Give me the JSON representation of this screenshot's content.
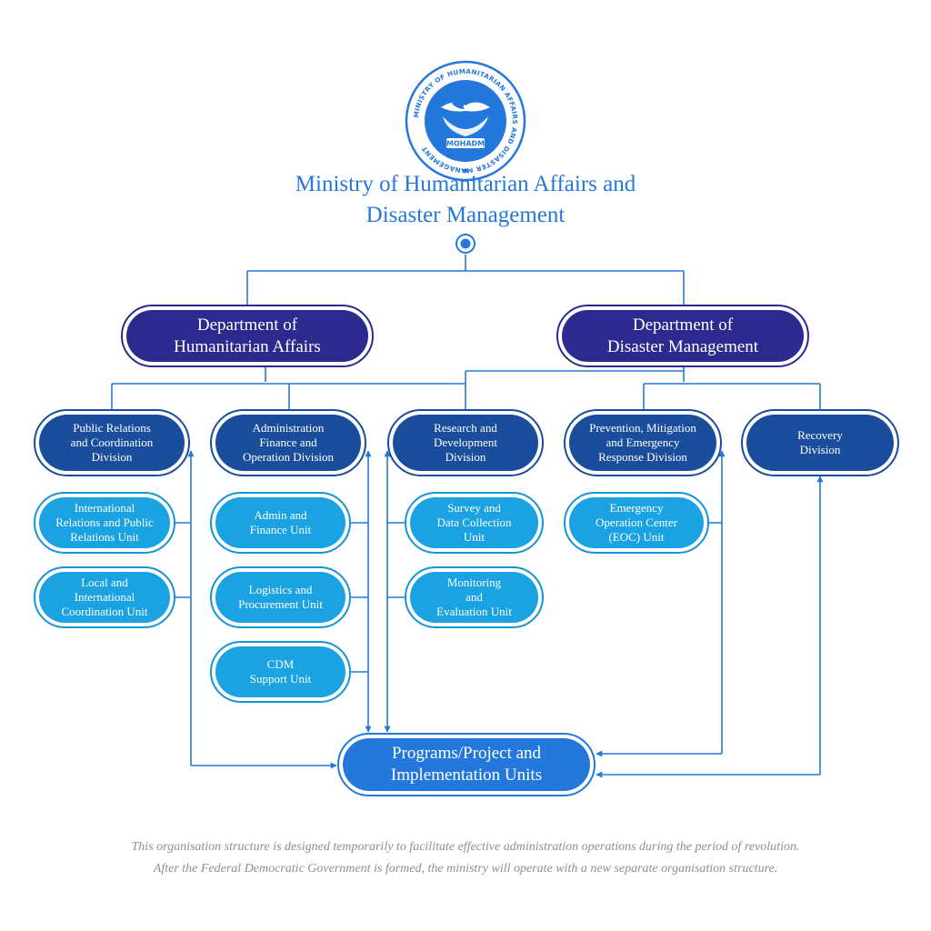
{
  "logo": {
    "ring_text": "MINISTRY OF HUMANITARIAN AFFAIRS AND DISASTER MANAGEMENT",
    "abbr": "MOHADM",
    "color": "#2478dc"
  },
  "title": {
    "line1": "Ministry of Humanitarian Affairs and",
    "line2": "Disaster Management"
  },
  "departments": {
    "humanitarian": "Department of\nHumanitarian Affairs",
    "disaster": "Department of\nDisaster Management"
  },
  "divisions": {
    "public_relations": "Public Relations\nand Coordination\nDivision",
    "administration": "Administration\nFinance and\nOperation Division",
    "research": "Research and\nDevelopment\nDivision",
    "prevention": "Prevention, Mitigation\nand Emergency\nResponse Division",
    "recovery": "Recovery\nDivision"
  },
  "units": {
    "international_relations": "International\nRelations and Public\nRelations Unit",
    "local_coordination": "Local and\nInternational\nCoordination Unit",
    "admin_finance": "Admin and\nFinance Unit",
    "logistics": "Logistics and\nProcurement Unit",
    "cdm_support": "CDM\nSupport Unit",
    "survey": "Survey and\nData Collection\nUnit",
    "monitoring": "Monitoring\nand\nEvaluation Unit",
    "eoc": "Emergency\nOperation Center\n(EOC)  Unit"
  },
  "programs": "Programs/Project and\nImplementation Units",
  "footer": {
    "line1": "This organisation structure is designed temporarily to facilitate effective administration operations during the period of revolution.",
    "line2": "After the Federal Democratic Government is formed, the ministry will operate with a new separate organisation structure."
  },
  "colors": {
    "line": "#2478dc",
    "department": "#2d2a8f",
    "division": "#1a4d9b",
    "unit": "#1ba2e2",
    "programs": "#2478dc"
  }
}
